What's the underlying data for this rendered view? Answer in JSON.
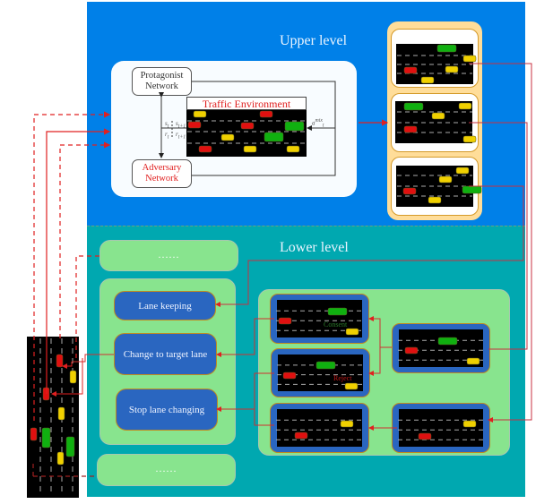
{
  "upper_level": {
    "title": "Upper level",
    "protagonist_network": [
      "Protagonist",
      "Network"
    ],
    "adversary_network": [
      "Adversary",
      "Network"
    ],
    "traffic_environment": "Traffic Environment",
    "labels": {
      "s_t": "s",
      "s_t_sub": "t",
      "s_t1": "s",
      "s_t1_sub": "t+1",
      "r_t": "r",
      "r_t_sub": "t",
      "r_t1": "r",
      "r_t1_sub": "t+1",
      "a_mix": "a",
      "a_mix_sup": "mix",
      "a_mix_sub": "t"
    },
    "scenario_count": 3
  },
  "lower_level": {
    "title": "Lower level",
    "placeholder_top": "......",
    "placeholder_bottom": "......",
    "actions": [
      "Lane keeping",
      "Change to target lane",
      "Stop lane changing"
    ],
    "negotiation": {
      "consent_label": "Consent",
      "reject_label": "Reject"
    }
  },
  "colors": {
    "upper_bg": "#0080e8",
    "lower_bg": "#00a8b0",
    "green_panel": "#88e48e",
    "action_blue": "#2a66c0",
    "scenario_column": "#ffdd99",
    "arrow_red": "#e02020",
    "car_red": "#e01010",
    "car_yellow": "#f0d000",
    "truck_green": "#10b010"
  }
}
